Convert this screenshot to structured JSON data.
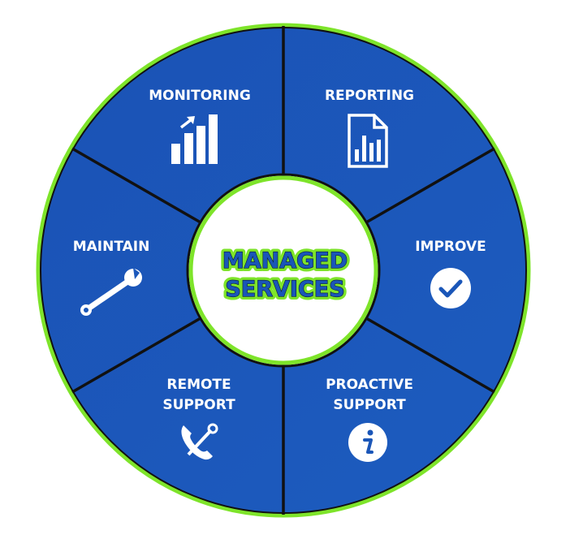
{
  "center": {
    "line1": "MANAGED",
    "line2": "SERVICES"
  },
  "segments": [
    {
      "label": "MONITORING",
      "icon": "bar-chart-growth-icon"
    },
    {
      "label": "REPORTING",
      "icon": "report-document-icon"
    },
    {
      "label": "IMPROVE",
      "icon": "check-circle-icon"
    },
    {
      "label1": "PROACTIVE",
      "label2": "SUPPORT",
      "icon": "info-icon"
    },
    {
      "label1": "REMOTE",
      "label2": "SUPPORT",
      "icon": "phone-wrench-icon"
    },
    {
      "label": "MAINTAIN",
      "icon": "wrench-icon"
    }
  ],
  "colors": {
    "blue": "#1a56b8",
    "green": "#7ee42a",
    "outline": "#111111",
    "white": "#ffffff"
  }
}
